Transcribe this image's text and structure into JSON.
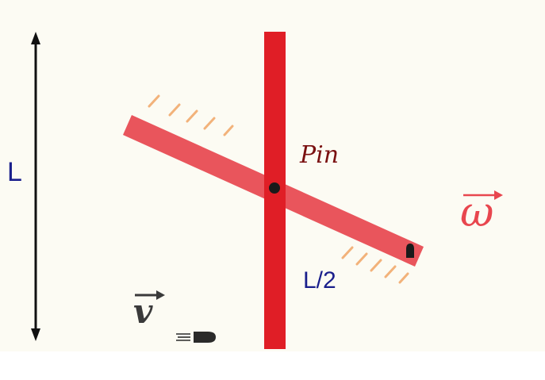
{
  "labels": {
    "length": "L",
    "half_length": "L/2",
    "pin": "Pin",
    "angular_velocity": "ω",
    "velocity": "v"
  },
  "colors": {
    "background": "#fcfbf3",
    "vertical_rod": "#e01e26",
    "rotating_rod": "#e9555c",
    "hatch": "#f2b27a",
    "pin": "#1a1a1a",
    "length_arrow": "#111111",
    "bullet": "#2a2a2a"
  },
  "icons": [
    "double-headed-arrow-icon",
    "vector-arrow-icon",
    "bullet-icon",
    "pin-dot-icon"
  ]
}
